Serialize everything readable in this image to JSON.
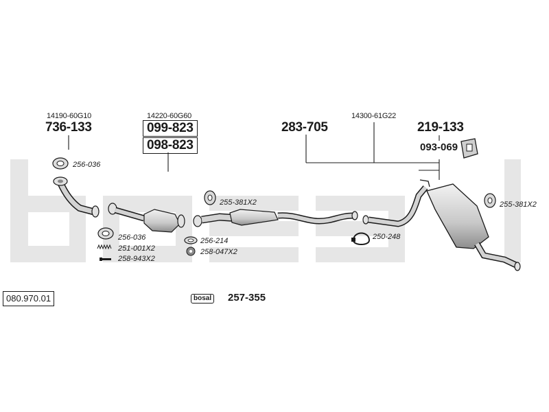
{
  "watermark": {
    "text": "bosal",
    "color": "#e6e6e6"
  },
  "catalog_number": "080.970.01",
  "oem_numbers": {
    "front_pipe": "14190-60G10",
    "catalyst": "14220-60G60",
    "center": "14300-61G22"
  },
  "parts": {
    "front_pipe": "736-133",
    "catalyst_a": "099-823",
    "catalyst_b": "098-823",
    "center_pipe": "283-705",
    "rear_silencer": "219-133",
    "mount_kit": "093-069",
    "assembly_kit": "257-355"
  },
  "accessories": {
    "gasket_1": "256-036",
    "gasket_2": "256-036",
    "rubber_mount_1": "255-381X2",
    "rubber_mount_2": "255-381X2",
    "spring": "251-001X2",
    "bolt": "258-943X2",
    "ring": "256-214",
    "nut": "258-047X2",
    "clamp": "250-248"
  },
  "brand_badge": "bosal",
  "colors": {
    "line": "#1a1a1a",
    "part_fill": "#cfcfcf",
    "part_shadow": "#9a9a9a"
  }
}
